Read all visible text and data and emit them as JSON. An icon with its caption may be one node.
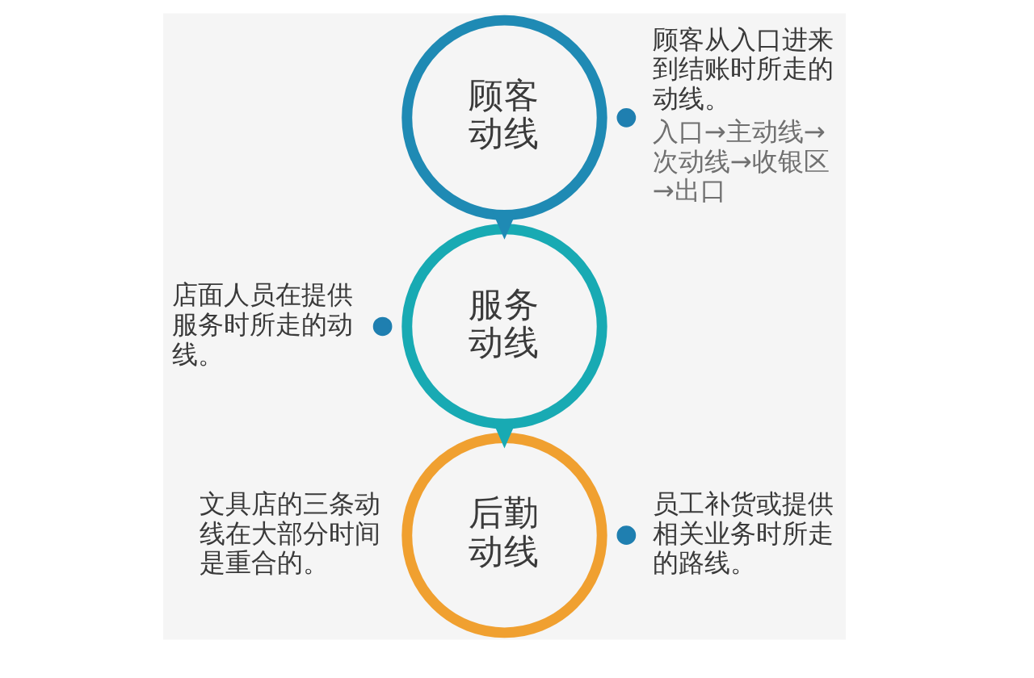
{
  "diagram": {
    "nodes": [
      {
        "text": [
          "顾客动线"
        ],
        "beside": [
          "顾客从入口进来到结账时所走的动线。",
          "入口→主动线→次动线→收银区→出口"
        ]
      },
      {
        "text": [
          "服务动线"
        ],
        "beside": [
          "店面人员在提供服务时所走的动线。"
        ]
      },
      {
        "text": [
          "后勤动线"
        ],
        "beside": [
          "员工补货或提供相关业务时所走的路线。"
        ]
      }
    ],
    "edges": [
      {
        "from": 0,
        "to": 1,
        "arrow": "to",
        "color": "#1f8ab4"
      },
      {
        "from": 1,
        "to": 2,
        "arrow": "to",
        "color": "#18aab3"
      }
    ],
    "labels": [
      "文具店的三条动线在大部分时间是重合的。"
    ]
  }
}
